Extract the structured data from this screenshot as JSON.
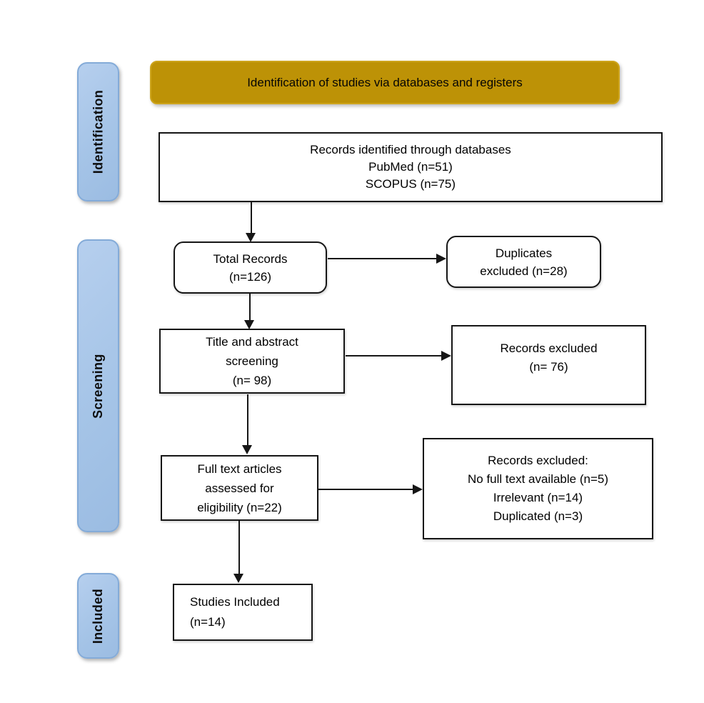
{
  "banner": {
    "label": "Identification of studies via databases and registers"
  },
  "stages": {
    "identification": {
      "label": "Identification"
    },
    "screening": {
      "label": "Screening"
    },
    "included": {
      "label": "Included"
    }
  },
  "boxes": {
    "records_identified": {
      "line1": "Records identified through databases",
      "line2": "PubMed (n=51)",
      "line3": "SCOPUS (n=75)"
    },
    "total_records": {
      "line1": "Total Records",
      "line2": "(n=126)"
    },
    "duplicates_excluded": {
      "line1": "Duplicates",
      "line2": "excluded (n=28)"
    },
    "title_abstract_screening": {
      "line1": "Title and abstract",
      "line2": "screening",
      "line3": "(n= 98)"
    },
    "records_excluded_screening": {
      "line1": "Records excluded",
      "line2": "(n= 76)"
    },
    "full_text_assessed": {
      "line1": "Full text articles",
      "line2": "assessed for",
      "line3": "eligibility (n=22)"
    },
    "records_excluded_fulltext": {
      "line1": "Records excluded:",
      "line2": "No full text available (n=5)",
      "line3": "Irrelevant (n=14)",
      "line4": "Duplicated (n=3)"
    },
    "studies_included": {
      "line1": "Studies Included",
      "line2": "(n=14)"
    }
  },
  "colors": {
    "banner_bg": "#BD9206",
    "banner_border": "#CDA41C",
    "stage_bg": "#A5C4E7",
    "stage_border": "#84ABD8",
    "box_bg": "#FFFFFF",
    "box_border": "#161616",
    "arrow": "#161616",
    "text": "#000000"
  }
}
